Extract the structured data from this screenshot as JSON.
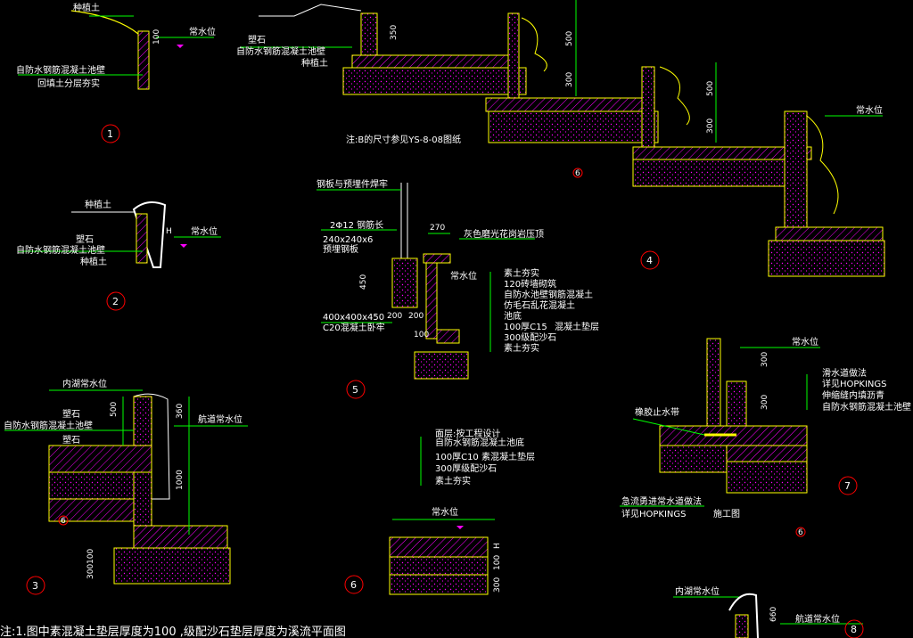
{
  "colors": {
    "background": "#000000",
    "wall_outline": "#ffff00",
    "fill_dots": "#ff00ff",
    "hatch": "#ff00ff",
    "leader": "#00ff00",
    "text": "#ffffff",
    "detail_circle": "#ff0000",
    "dim": "#00ffff"
  },
  "details": {
    "d1": {
      "num": "1",
      "labels": [
        "种植土",
        "常水位",
        "自防水钢筋混凝土池壁",
        "回填土分层夯实"
      ],
      "dims": [
        "100"
      ]
    },
    "d2": {
      "num": "2",
      "labels": [
        "种植土",
        "常水位",
        "塑石",
        "自防水钢筋混凝土池壁",
        "种植土"
      ],
      "dims": [
        "H"
      ]
    },
    "d3": {
      "num": "3",
      "labels": [
        "内湖常水位",
        "航道常水位",
        "塑石",
        "自防水钢筋混凝土池壁",
        "塑石"
      ],
      "dims": [
        "500",
        "360",
        "1000",
        "100",
        "300"
      ]
    },
    "d4": {
      "num": "4",
      "labels": [
        "塑石",
        "自防水钢筋混凝土池壁",
        "种植土",
        "常水位"
      ],
      "note": "注:B的尺寸参见YS-8-08图纸",
      "dims": [
        "350",
        "500",
        "300",
        "500",
        "300"
      ]
    },
    "d5": {
      "num": "5",
      "labels": [
        "钢板与预埋件焊牢",
        "2Φ12 钢筋长",
        "240x240x6",
        "预埋钢板",
        "灰色磨光花岗岩压顶",
        "常水位",
        "素土夯实",
        "120砖墙砌筑",
        "自防水池壁钢筋混凝土",
        "仿毛石乱花混凝土",
        "池底",
        "100厚C15",
        "混凝土垫层",
        "300级配沙石",
        "素土夯实",
        "400x400x450",
        "C20混凝土卧牢"
      ],
      "dims": [
        "270",
        "450",
        "200",
        "200",
        "100"
      ]
    },
    "d6": {
      "num": "6",
      "labels": [
        "面层:按工程设计",
        "自防水钢筋混凝土池底",
        "100厚C10 素混凝土垫层",
        "300厚级配沙石",
        "素土夯实",
        "常水位"
      ],
      "dims": [
        "H",
        "100",
        "300"
      ]
    },
    "d7": {
      "num": "7",
      "labels": [
        "常水位",
        "滑水道做法",
        "详见HOPKINGS",
        "伸缩缝内填沥青",
        "自防水钢筋混凝土池壁",
        "橡胶止水带",
        "急流勇进常水道做法",
        "详见HOPKINGS",
        "施工图"
      ],
      "dims": [
        "300",
        "300"
      ]
    },
    "d8": {
      "num": "8",
      "labels": [
        "内湖常水位",
        "航道常水位"
      ],
      "dims": [
        "660"
      ]
    }
  },
  "section_markers": [
    "6",
    "6",
    "6"
  ],
  "footer": "注:1.图中素混凝土垫层厚度为100      ,级配沙石垫层厚度为溪流平面图"
}
